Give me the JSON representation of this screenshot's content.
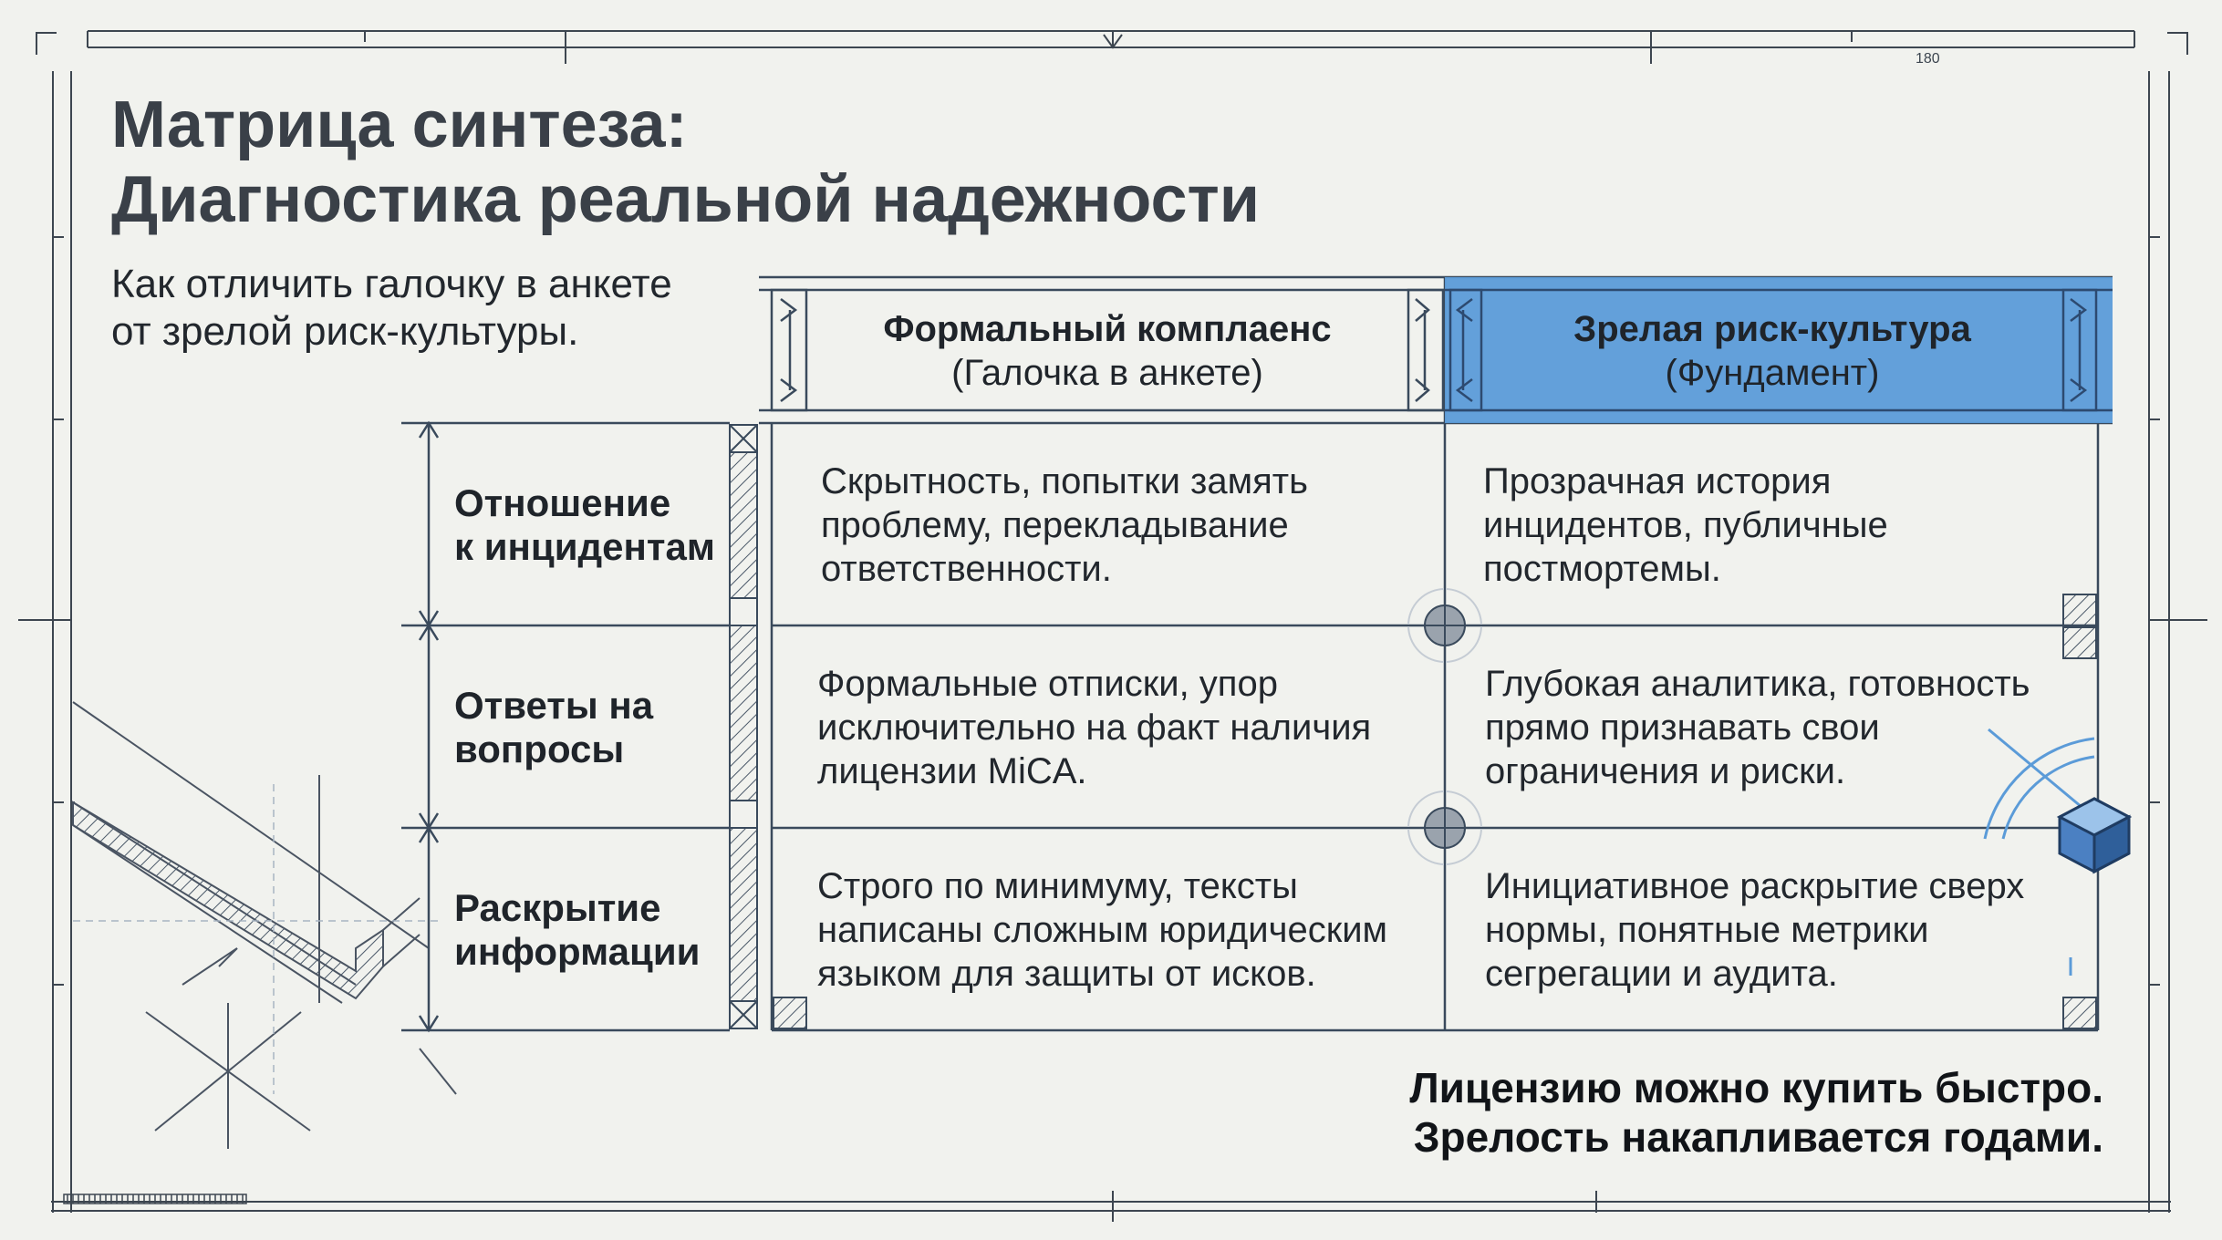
{
  "title": {
    "line1": "Матрица синтеза:",
    "line2": "Диагностика реальной надежности"
  },
  "subtitle": {
    "line1": "Как отличить галочку в анкете",
    "line2": "от зрелой риск-культуры."
  },
  "columns": [
    {
      "title": "Формальный комплаенс",
      "subtitle": "(Галочка в анкете)"
    },
    {
      "title": "Зрелая риск-культура",
      "subtitle": "(Фундамент)"
    }
  ],
  "rows": [
    {
      "label": [
        "Отношение",
        "к инцидентам"
      ],
      "formal": [
        "Скрытность, попытки замять",
        "проблему, перекладывание",
        "ответственности."
      ],
      "mature": [
        "Прозрачная история",
        "инцидентов, публичные",
        "постмортемы."
      ]
    },
    {
      "label": [
        "Ответы на",
        "вопросы"
      ],
      "formal": [
        "Формальные отписки, упор",
        "исключительно на факт наличия",
        "лицензии MiCA."
      ],
      "mature": [
        "Глубокая аналитика, готовность",
        "прямо признавать свои",
        "ограничения и риски."
      ]
    },
    {
      "label": [
        "Раскрытие",
        "информации"
      ],
      "formal": [
        "Строго по минимуму, тексты",
        "написаны сложным юридическим",
        "языком для защиты от исков."
      ],
      "mature": [
        "Инициативное раскрытие сверх",
        "нормы, понятные метрики",
        "сегрегации и аудита."
      ]
    }
  ],
  "footer": {
    "line1": "Лицензию можно купить быстро.",
    "line2": "Зрелость накапливается годами."
  },
  "ruler": {
    "mark": "180"
  },
  "colors": {
    "accent": "#5b9bd8",
    "line": "#3a4a5c",
    "background": "#f1f2ee"
  },
  "icons": [
    "cube-icon",
    "crosshair-icon",
    "ruler-icon",
    "hatch-icon"
  ]
}
